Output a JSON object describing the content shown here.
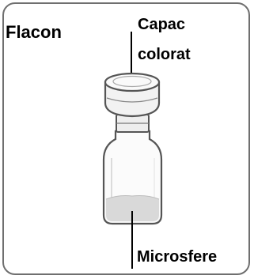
{
  "diagram": {
    "title": "Flacon",
    "cap_label_line1": "Capac",
    "cap_label_line2": "colorat",
    "content_label": "Microsfere"
  },
  "colors": {
    "frame": "#6f6f6f",
    "outline": "#555555",
    "cap_fill": "#f2f2f2",
    "glass_fill": "#fbfbfb",
    "powder_fill": "#d9d9d9"
  },
  "icons": {
    "vial": "vial-icon"
  }
}
